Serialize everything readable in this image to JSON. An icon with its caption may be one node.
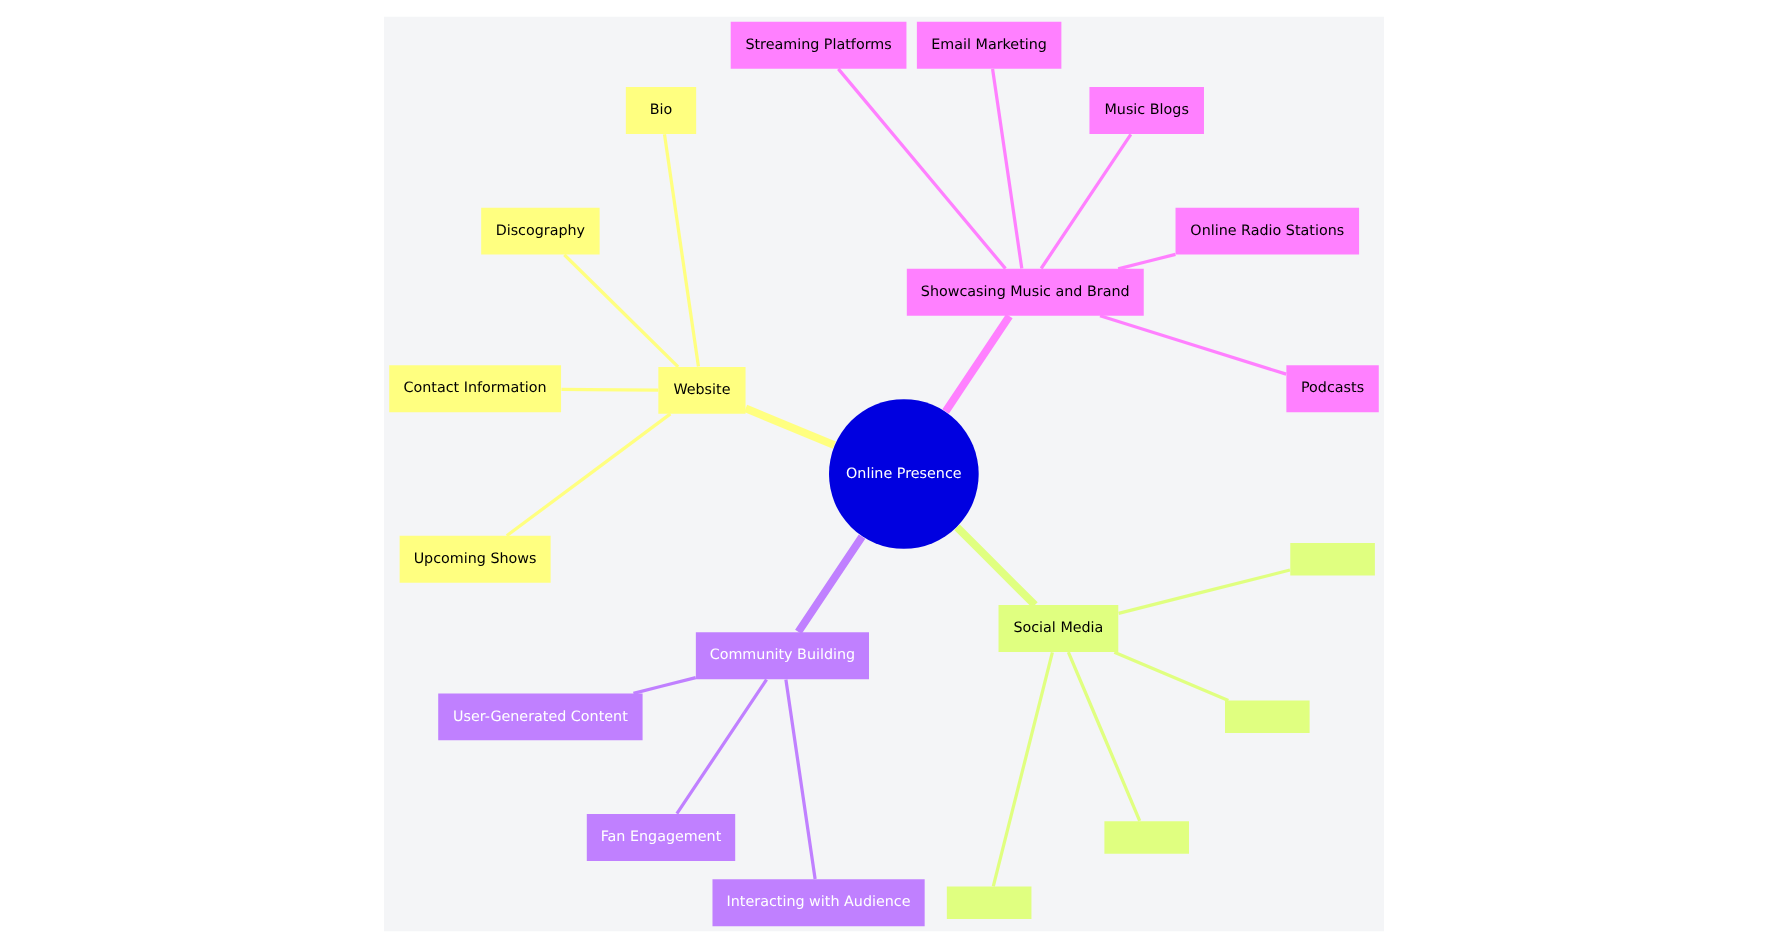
{
  "diagram": {
    "nodes": [
      {
        "text": [
          "Online Presence"
        ]
      },
      {
        "text": [
          "Showcasing Music and Brand"
        ]
      },
      {
        "text": [
          "Podcasts"
        ]
      },
      {
        "text": [
          "Online Radio Stations"
        ]
      },
      {
        "text": [
          "Music Blogs"
        ]
      },
      {
        "text": [
          "Email Marketing"
        ]
      },
      {
        "text": [
          "Streaming Platforms"
        ]
      },
      {
        "text": [
          "Website"
        ]
      },
      {
        "text": [
          "Bio"
        ]
      },
      {
        "text": [
          "Discography"
        ]
      },
      {
        "text": [
          "Contact Information"
        ]
      },
      {
        "text": [
          "Upcoming Shows"
        ]
      },
      {
        "text": [
          "Community Building"
        ]
      },
      {
        "text": [
          "User-Generated Content"
        ]
      },
      {
        "text": [
          "Fan Engagement"
        ]
      },
      {
        "text": [
          "Interacting with Audience"
        ]
      },
      {
        "text": [
          "Social Media"
        ]
      },
      {
        "text": [],
        "shape": "box"
      },
      {
        "text": [],
        "shape": "box"
      },
      {
        "text": [],
        "shape": "box"
      },
      {
        "text": [],
        "shape": "box"
      }
    ],
    "edges": [
      {
        "from": 0,
        "to": 1,
        "arrow": "none",
        "style": "thick",
        "color": "#ff80ff"
      },
      {
        "from": 1,
        "to": 2,
        "arrow": "none",
        "color": "#ff80ff"
      },
      {
        "from": 1,
        "to": 3,
        "arrow": "none",
        "color": "#ff80ff"
      },
      {
        "from": 1,
        "to": 4,
        "arrow": "none",
        "color": "#ff80ff"
      },
      {
        "from": 1,
        "to": 5,
        "arrow": "none",
        "color": "#ff80ff"
      },
      {
        "from": 1,
        "to": 6,
        "arrow": "none",
        "color": "#ff80ff"
      },
      {
        "from": 0,
        "to": 7,
        "arrow": "none",
        "style": "thick",
        "color": "#ffff80"
      },
      {
        "from": 7,
        "to": 8,
        "arrow": "none",
        "color": "#ffff80"
      },
      {
        "from": 7,
        "to": 9,
        "arrow": "none",
        "color": "#ffff80"
      },
      {
        "from": 7,
        "to": 10,
        "arrow": "none",
        "color": "#ffff80"
      },
      {
        "from": 7,
        "to": 11,
        "arrow": "none",
        "color": "#ffff80"
      },
      {
        "from": 0,
        "to": 12,
        "arrow": "none",
        "style": "thick",
        "color": "#c080ff"
      },
      {
        "from": 12,
        "to": 13,
        "arrow": "none",
        "color": "#c080ff"
      },
      {
        "from": 12,
        "to": 14,
        "arrow": "none",
        "color": "#c080ff"
      },
      {
        "from": 12,
        "to": 15,
        "arrow": "none",
        "color": "#c080ff"
      },
      {
        "from": 0,
        "to": 16,
        "arrow": "none",
        "style": "thick",
        "color": "#e0ff80"
      },
      {
        "from": 16,
        "to": 17,
        "arrow": "none",
        "color": "#e0ff80"
      },
      {
        "from": 16,
        "to": 18,
        "arrow": "none",
        "color": "#e0ff80"
      },
      {
        "from": 16,
        "to": 19,
        "arrow": "none",
        "color": "#e0ff80"
      },
      {
        "from": 16,
        "to": 20,
        "arrow": "none",
        "color": "#e0ff80"
      }
    ]
  }
}
